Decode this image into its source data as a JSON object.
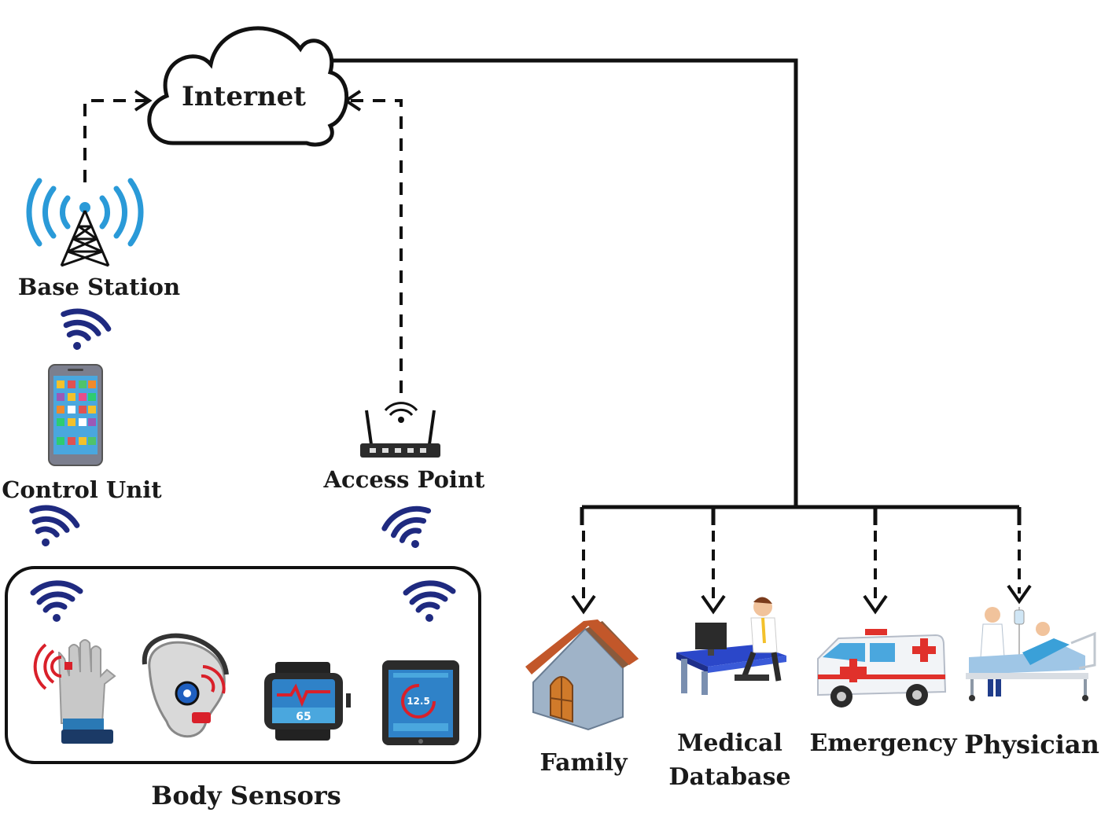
{
  "diagram": {
    "cloud_label": "Internet",
    "nodes": {
      "base_station": "Base Station",
      "control_unit": "Control Unit",
      "access_point": "Access Point",
      "body_sensors": "Body Sensors"
    },
    "recipients": [
      {
        "label_line1": "Family",
        "label_line2": ""
      },
      {
        "label_line1": "Medical",
        "label_line2": "Database"
      },
      {
        "label_line1": "Emergency",
        "label_line2": ""
      },
      {
        "label_line1": "Physician",
        "label_line2": ""
      }
    ],
    "device_readouts": {
      "smartwatch_value": "65",
      "tablet_value": "12.5"
    },
    "colors": {
      "line": "#111111",
      "tower_wave": "#2a9ad8",
      "wifi_navy": "#1f2a80",
      "sensor_red": "#d9202a",
      "house_roof": "#c2572a",
      "ambulance_red": "#e0312b",
      "desk_blue": "#2b47c9"
    },
    "icons": [
      "cloud-icon",
      "base-station-tower-icon",
      "smartphone-icon",
      "router-icon",
      "wifi-icon",
      "glove-sensor-icon",
      "ear-sensor-icon",
      "smartwatch-icon",
      "tablet-icon",
      "house-icon",
      "office-worker-icon",
      "ambulance-icon",
      "hospital-bed-icon"
    ]
  }
}
